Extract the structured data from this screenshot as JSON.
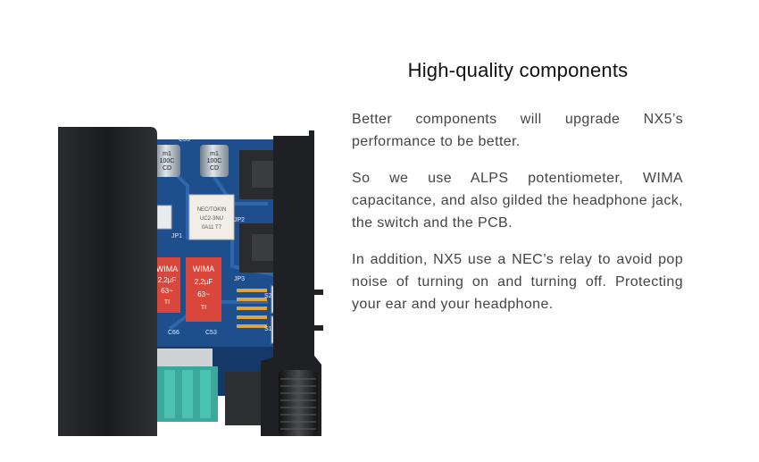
{
  "heading": "High-quality components",
  "paragraphs": [
    "Better components will upgrade NX5’s performance to be better.",
    "So we use ALPS potentiometer, WIMA capacitance, and also gilded the headphone jack, the switch and the PCB.",
    "In addition, NX5 use a NEC’s relay to avoid pop noise of turning on and turning off. Protecting your ear and your headphone."
  ],
  "photo": {
    "capacitor_1": [
      "m1",
      "100C",
      "CD"
    ],
    "capacitor_2": [
      "m1",
      "100C",
      "CD"
    ],
    "wima_1": [
      "WIMA",
      "2,2µF",
      "63~",
      "TI"
    ],
    "wima_2": [
      "WIMA",
      "2,2µF",
      "63~",
      "TI"
    ],
    "pcb_labels": [
      "C55",
      "S2",
      "S1",
      "C66",
      "C53",
      "JP1",
      "JP2",
      "JP3"
    ],
    "relay_label": [
      "NEC/TOKIN",
      "UC2-3NU",
      "0A11 T7"
    ]
  },
  "colors": {
    "pcb_blue": "#1f4e8c",
    "pcb_dark": "#143868",
    "wima_red": "#d8463c",
    "connector_teal": "#3aa89a",
    "chassis": "#1e1f22"
  }
}
